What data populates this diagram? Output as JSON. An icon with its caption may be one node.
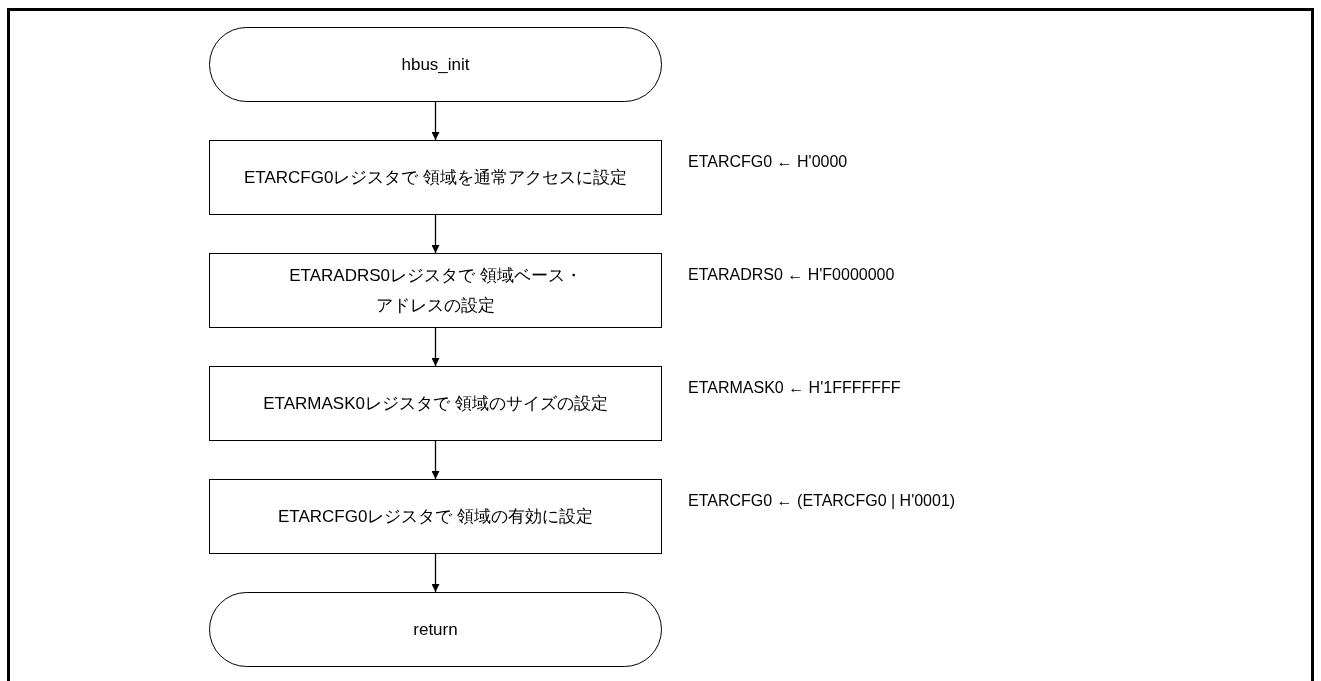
{
  "diagram": {
    "nodes": [
      {
        "text": [
          "hbus_init"
        ]
      },
      {
        "text": [
          "ETARCFG0レジスタで 領域を通常アクセスに設定"
        ],
        "beside": [
          "ETARCFG0 ← H'0000"
        ]
      },
      {
        "text": [
          "ETARADRS0レジスタで 領域ベース・アドレスの設定"
        ],
        "beside": [
          "ETARADRS0 ← H'F0000000"
        ]
      },
      {
        "text": [
          "ETARMASK0レジスタで 領域のサイズの設定"
        ],
        "beside": [
          "ETARMASK0 ← H'1FFFFFFF"
        ]
      },
      {
        "text": [
          "ETARCFG0レジスタで 領域の有効に設定"
        ],
        "beside": [
          "ETARCFG0 ← (ETARCFG0 | H'0001)"
        ]
      },
      {
        "text": [
          "return"
        ]
      }
    ],
    "edges": [
      {
        "from": 0,
        "to": 1,
        "arrow": "to"
      },
      {
        "from": 1,
        "to": 2,
        "arrow": "to"
      },
      {
        "from": 2,
        "to": 3,
        "arrow": "to"
      },
      {
        "from": 3,
        "to": 4,
        "arrow": "to"
      },
      {
        "from": 4,
        "to": 5,
        "arrow": "to"
      }
    ]
  }
}
